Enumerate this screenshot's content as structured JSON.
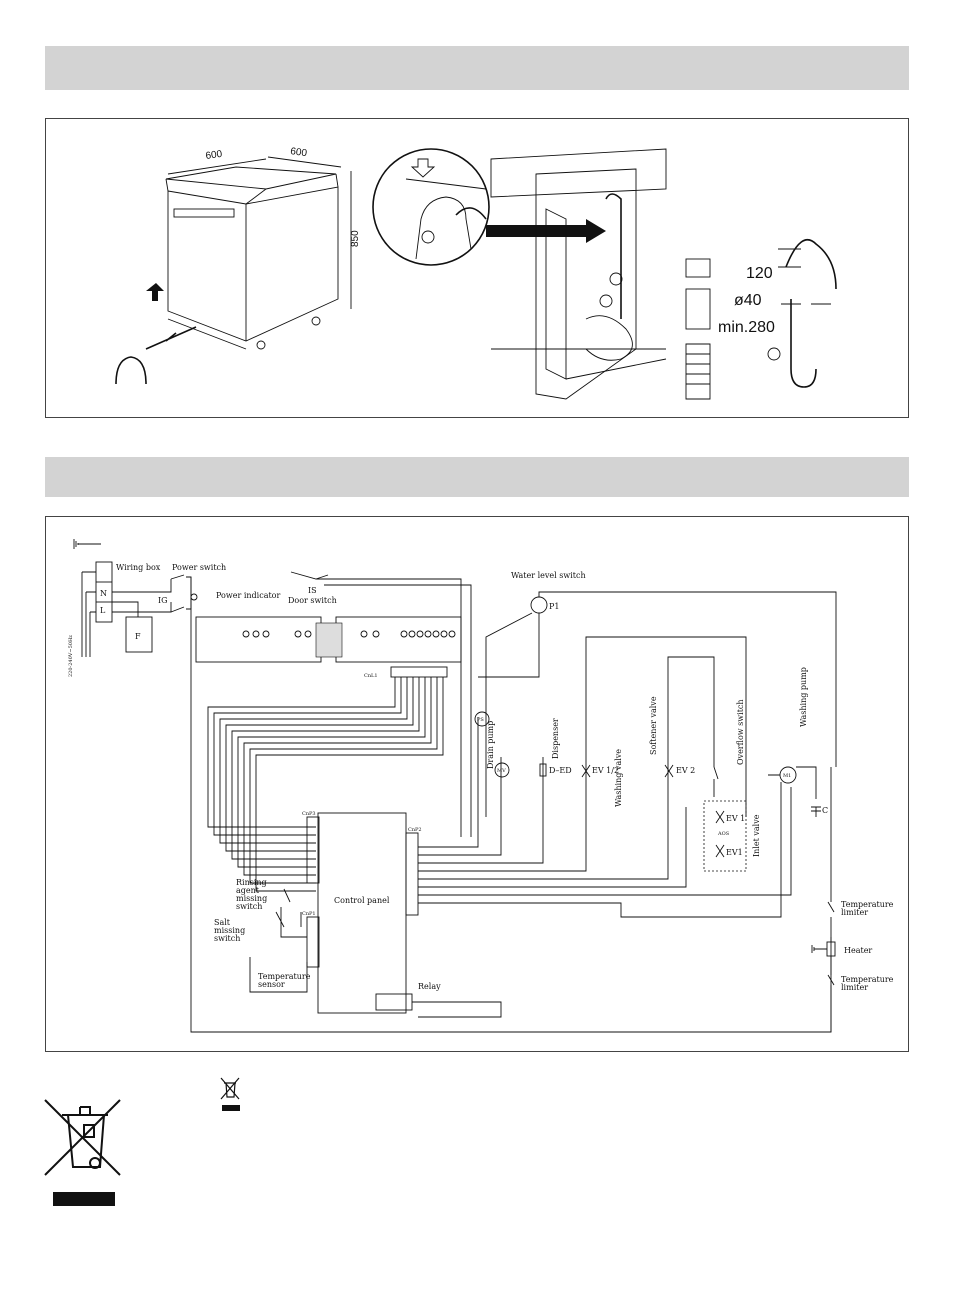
{
  "install": {
    "dim_width": "600",
    "dim_depth": "600",
    "dim_height": "850",
    "hose_top": "120",
    "hose_diameter": "ø40",
    "hose_min": "min.280"
  },
  "wiring": {
    "wiring_box": "Wiring box",
    "power_switch": "Power switch",
    "power_indicator": "Power indicator",
    "n": "N",
    "l": "L",
    "ig": "IG",
    "f": "F",
    "is": "IS",
    "door_switch": "Door switch",
    "water_level_switch": "Water level switch",
    "p1": "P1",
    "ps": "PS",
    "drain_pump": "Drain pump",
    "mv": "MV",
    "dispenser": "Dispenser",
    "ded": "D–ED",
    "ev12": "EV 1/2",
    "washing_valve": "Washing valve",
    "softener_valve": "Softener valve",
    "ev2": "EV 2",
    "overflow_switch": "Overflow switch",
    "washing_pump": "Washing pump",
    "m1": "M1",
    "c": "C",
    "ev1a": "EV 1",
    "aos": "AOS",
    "ev1b": "EV1",
    "inlet_valve": "Inlet valve",
    "control_panel": "Control panel",
    "relay": "Relay",
    "rinsing": "Rinsing agent missing switch",
    "salt": "Salt missing switch",
    "temp_sensor": "Temperature sensor",
    "temp_limiter_1": "Temperature limiter",
    "heater": "Heater",
    "temp_limiter_2": "Temperature limiter",
    "cnl1": "CnL1",
    "cnp3": "CnP3",
    "cnp2": "CnP2",
    "cnp1": "CnP1",
    "supply": "220-240V~50Hz"
  }
}
